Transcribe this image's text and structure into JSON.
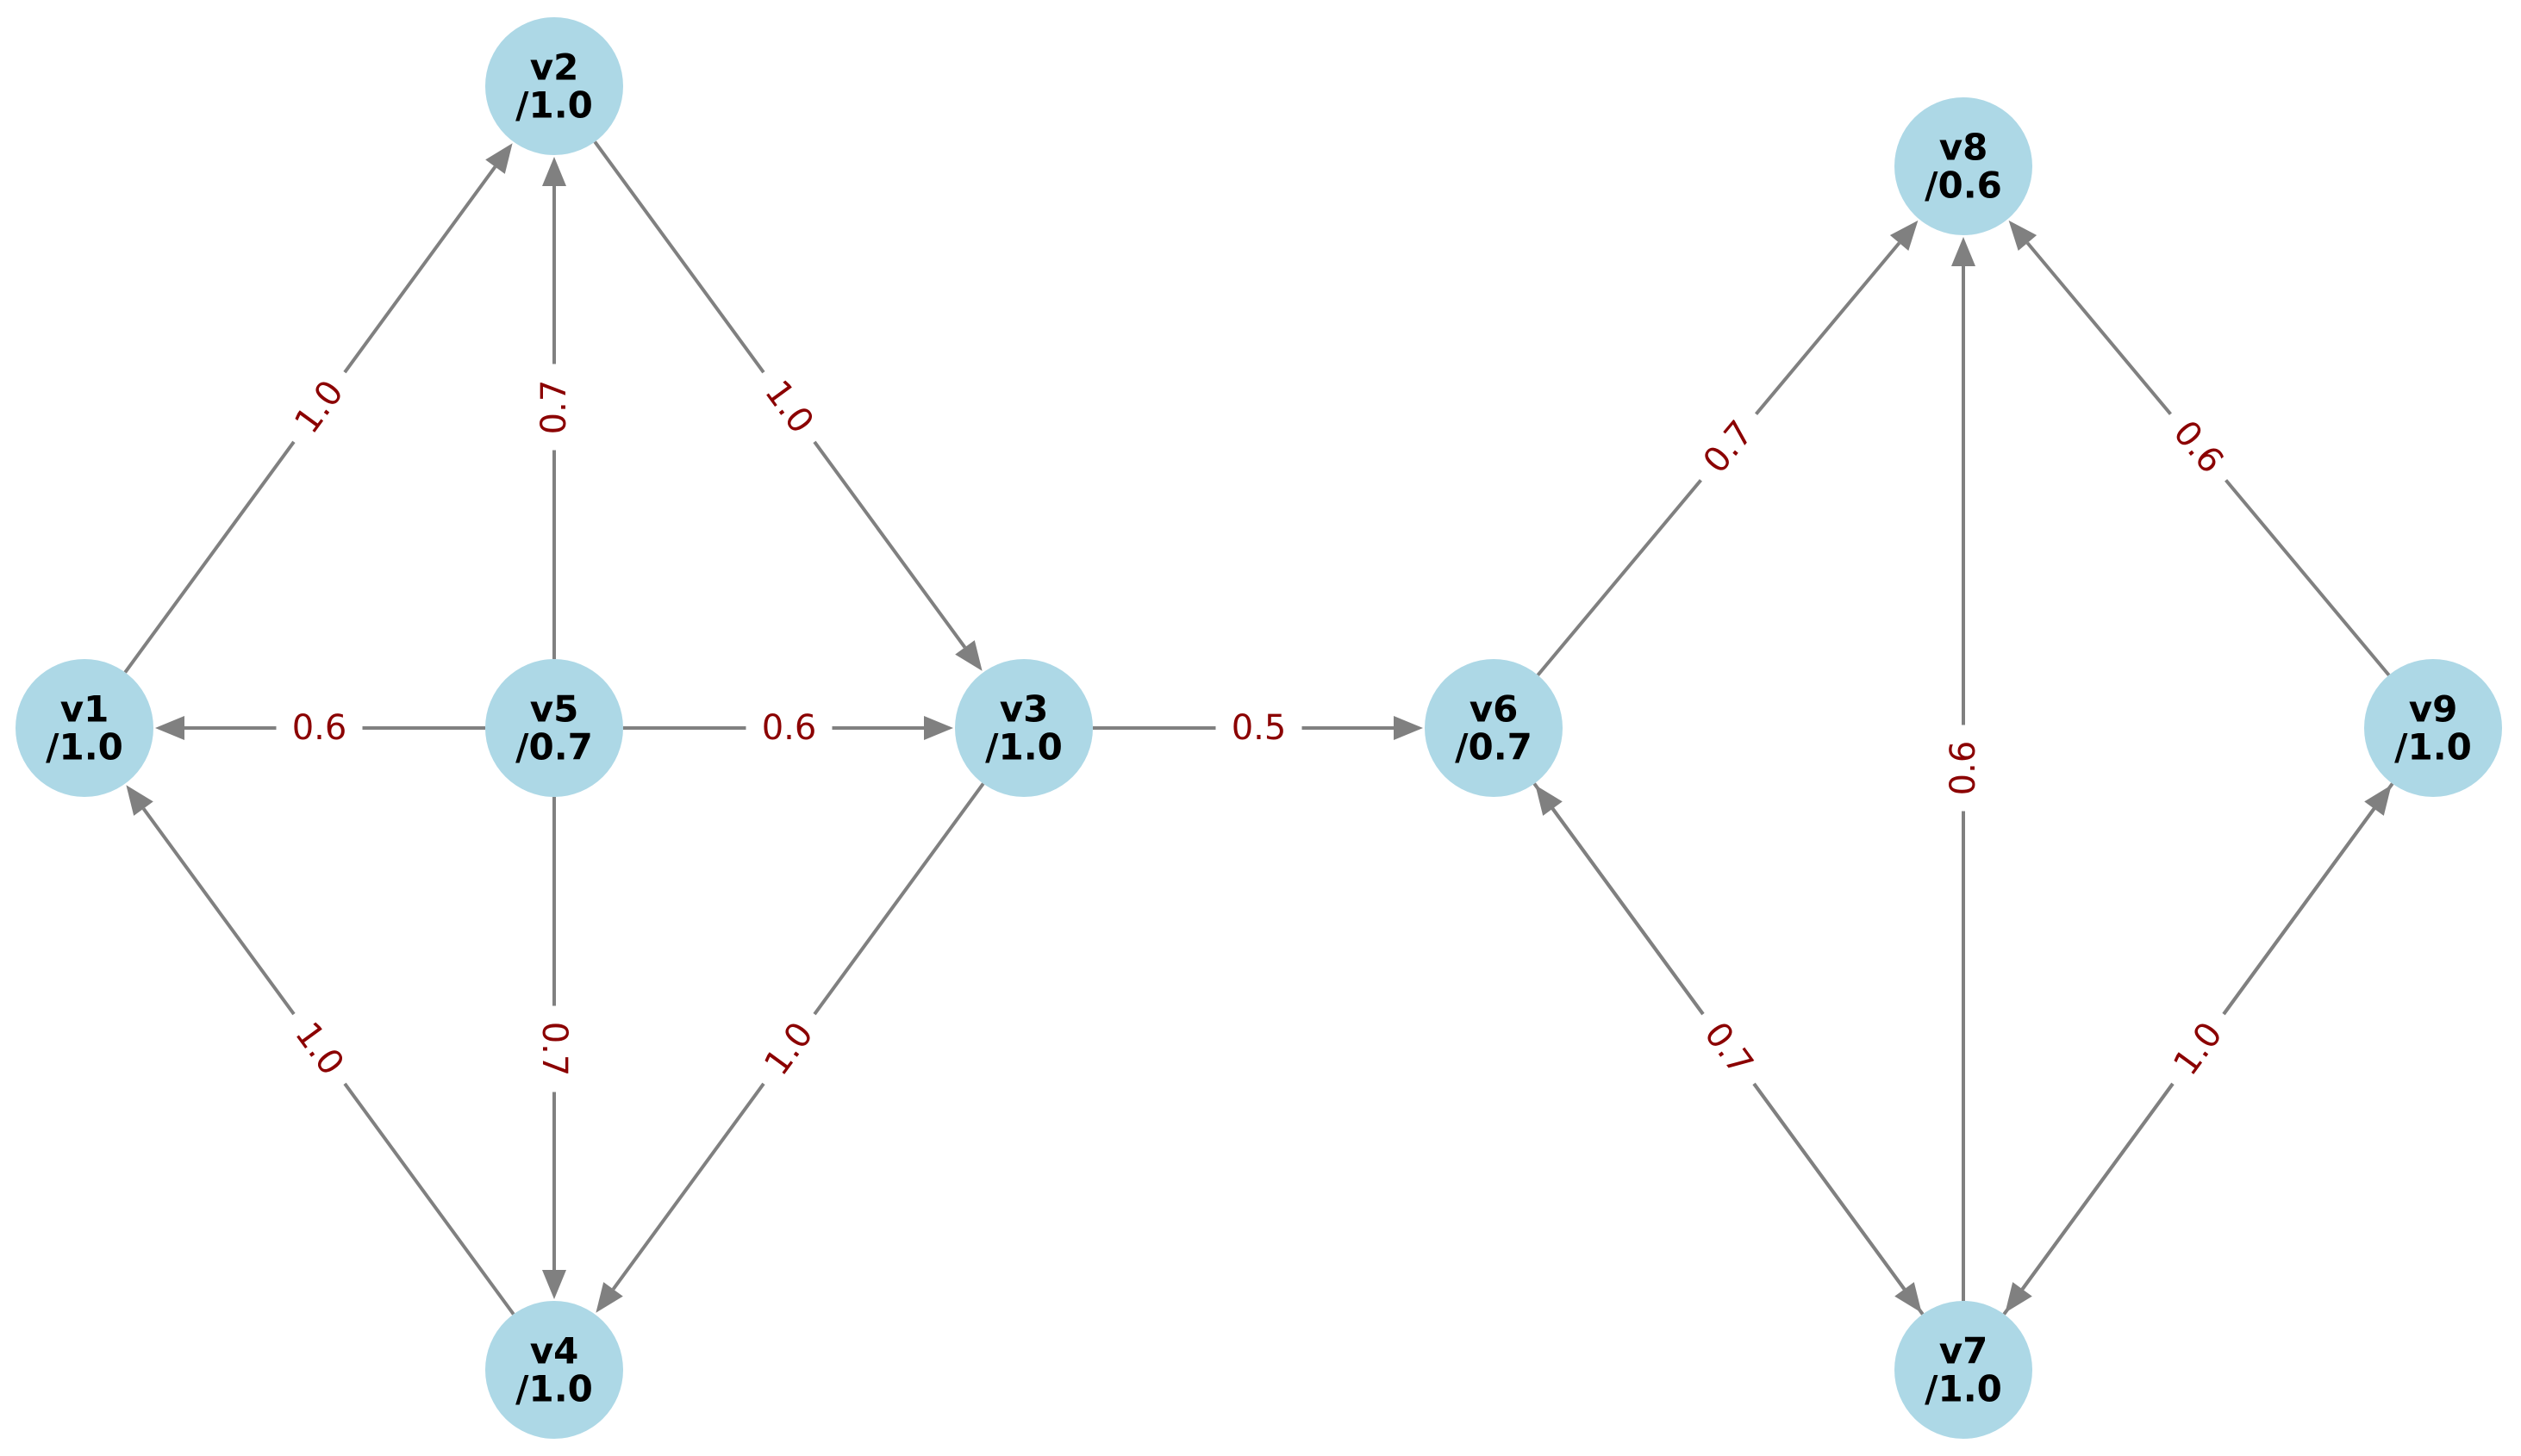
{
  "colors": {
    "node_fill": "#add8e6",
    "edge": "#808080",
    "edge_label": "#8b0000",
    "background": "#ffffff"
  },
  "nodes": [
    {
      "id": "v1",
      "name": "v1",
      "value": "/1.0"
    },
    {
      "id": "v2",
      "name": "v2",
      "value": "/1.0"
    },
    {
      "id": "v3",
      "name": "v3",
      "value": "/1.0"
    },
    {
      "id": "v4",
      "name": "v4",
      "value": "/1.0"
    },
    {
      "id": "v5",
      "name": "v5",
      "value": "/0.7"
    },
    {
      "id": "v6",
      "name": "v6",
      "value": "/0.7"
    },
    {
      "id": "v7",
      "name": "v7",
      "value": "/1.0"
    },
    {
      "id": "v8",
      "name": "v8",
      "value": "/0.6"
    },
    {
      "id": "v9",
      "name": "v9",
      "value": "/1.0"
    }
  ],
  "edges": [
    {
      "from": "v1",
      "to": "v2",
      "label": "1.0"
    },
    {
      "from": "v5",
      "to": "v2",
      "label": "0.7"
    },
    {
      "from": "v2",
      "to": "v3",
      "label": "1.0"
    },
    {
      "from": "v5",
      "to": "v1",
      "label": "0.6"
    },
    {
      "from": "v5",
      "to": "v3",
      "label": "0.6"
    },
    {
      "from": "v4",
      "to": "v1",
      "label": "1.0"
    },
    {
      "from": "v5",
      "to": "v4",
      "label": "0.7"
    },
    {
      "from": "v3",
      "to": "v4",
      "label": "1.0"
    },
    {
      "from": "v3",
      "to": "v6",
      "label": "0.5"
    },
    {
      "from": "v6",
      "to": "v8",
      "label": "0.7"
    },
    {
      "from": "v7",
      "to": "v8",
      "label": "0.6"
    },
    {
      "from": "v9",
      "to": "v8",
      "label": "0.6"
    },
    {
      "from": "v6",
      "to": "v7",
      "label": "0.7"
    },
    {
      "from": "v7",
      "to": "v6",
      "label": "0.7"
    },
    {
      "from": "v9",
      "to": "v7",
      "label": "1.0"
    },
    {
      "from": "v7",
      "to": "v9",
      "label": "1.0"
    }
  ]
}
